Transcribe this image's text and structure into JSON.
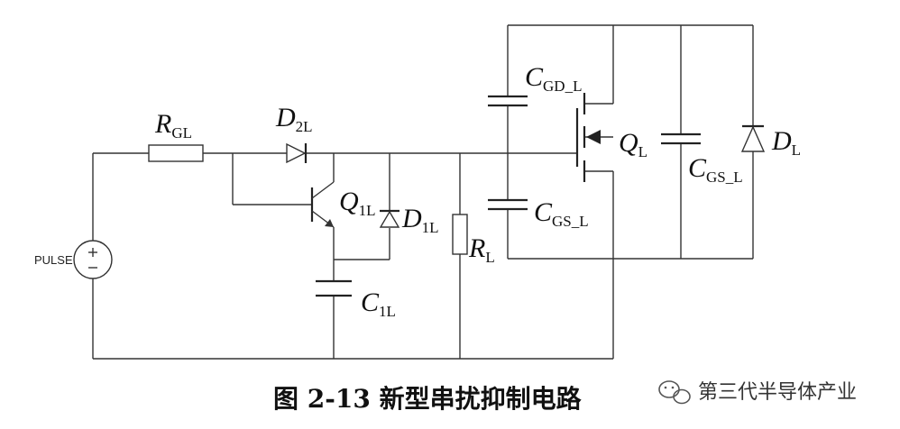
{
  "labels": {
    "rgl": {
      "main": "R",
      "sub": "GL"
    },
    "d2l": {
      "main": "D",
      "sub": "2L"
    },
    "q1l": {
      "main": "Q",
      "sub": "1L"
    },
    "d1l": {
      "main": "D",
      "sub": "1L"
    },
    "rl": {
      "main": "R",
      "sub": "L"
    },
    "c1l": {
      "main": "C",
      "sub": "1L"
    },
    "cgd_l": {
      "main": "C",
      "sub": "GD_L"
    },
    "cgs_l": {
      "main": "C",
      "sub": "GS_L"
    },
    "ql": {
      "main": "Q",
      "sub": "L"
    },
    "cgs_l2": {
      "main": "C",
      "sub": "GS_L"
    },
    "dl": {
      "main": "D",
      "sub": "L"
    },
    "pulse": "PULSE"
  },
  "caption": "图 2-13 新型串扰抑制电路",
  "watermark": {
    "text": "第三代半导体产业",
    "icon": "wechat-icon"
  }
}
